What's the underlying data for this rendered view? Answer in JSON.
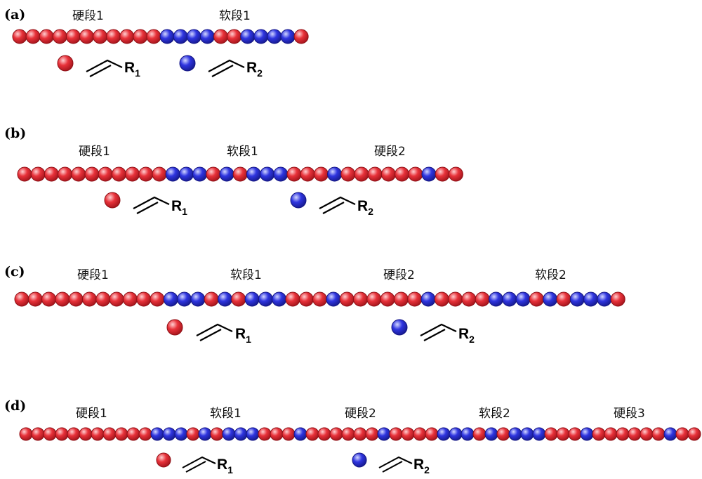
{
  "colors": {
    "red_fill": "#e8323a",
    "red_light": "#ffd0d2",
    "red_edge": "#8e1016",
    "blue_fill": "#2f35e0",
    "blue_light": "#d4d8ff",
    "blue_edge": "#141683"
  },
  "legend_text": {
    "r1": "R",
    "r1_sub": "1",
    "r2": "R",
    "r2_sub": "2"
  },
  "panels": [
    {
      "id": "a",
      "label": "(a)",
      "segments": [
        {
          "text": "硬段1"
        },
        {
          "text": "软段1"
        }
      ],
      "chain": "RRRRRRRRRRRBBBBRRBBBBR"
    },
    {
      "id": "b",
      "label": "(b)",
      "segments": [
        {
          "text": "硬段1"
        },
        {
          "text": "软段1"
        },
        {
          "text": "硬段2"
        }
      ],
      "chain": "RRRRRRRRRRRBBBRBRBBBRRRBRRRRRRBRR"
    },
    {
      "id": "c",
      "label": "(c)",
      "segments": [
        {
          "text": "硬段1"
        },
        {
          "text": "软段1"
        },
        {
          "text": "硬段2"
        },
        {
          "text": "软段2"
        }
      ],
      "chain": "RRRRRRRRRRRBBBRBRBBBRRRBRRRRRRBRRRRBBBRBRBBBR"
    },
    {
      "id": "d",
      "label": "(d)",
      "segments": [
        {
          "text": "硬段1"
        },
        {
          "text": "软段1"
        },
        {
          "text": "硬段2"
        },
        {
          "text": "软段2"
        },
        {
          "text": "硬段3"
        }
      ],
      "chain": "RRRRRRRRRRRBBBRBRBBBRRRBRRRRRRBRRRRBBBRBRBBBRRRBRRRRRRBRR"
    }
  ]
}
